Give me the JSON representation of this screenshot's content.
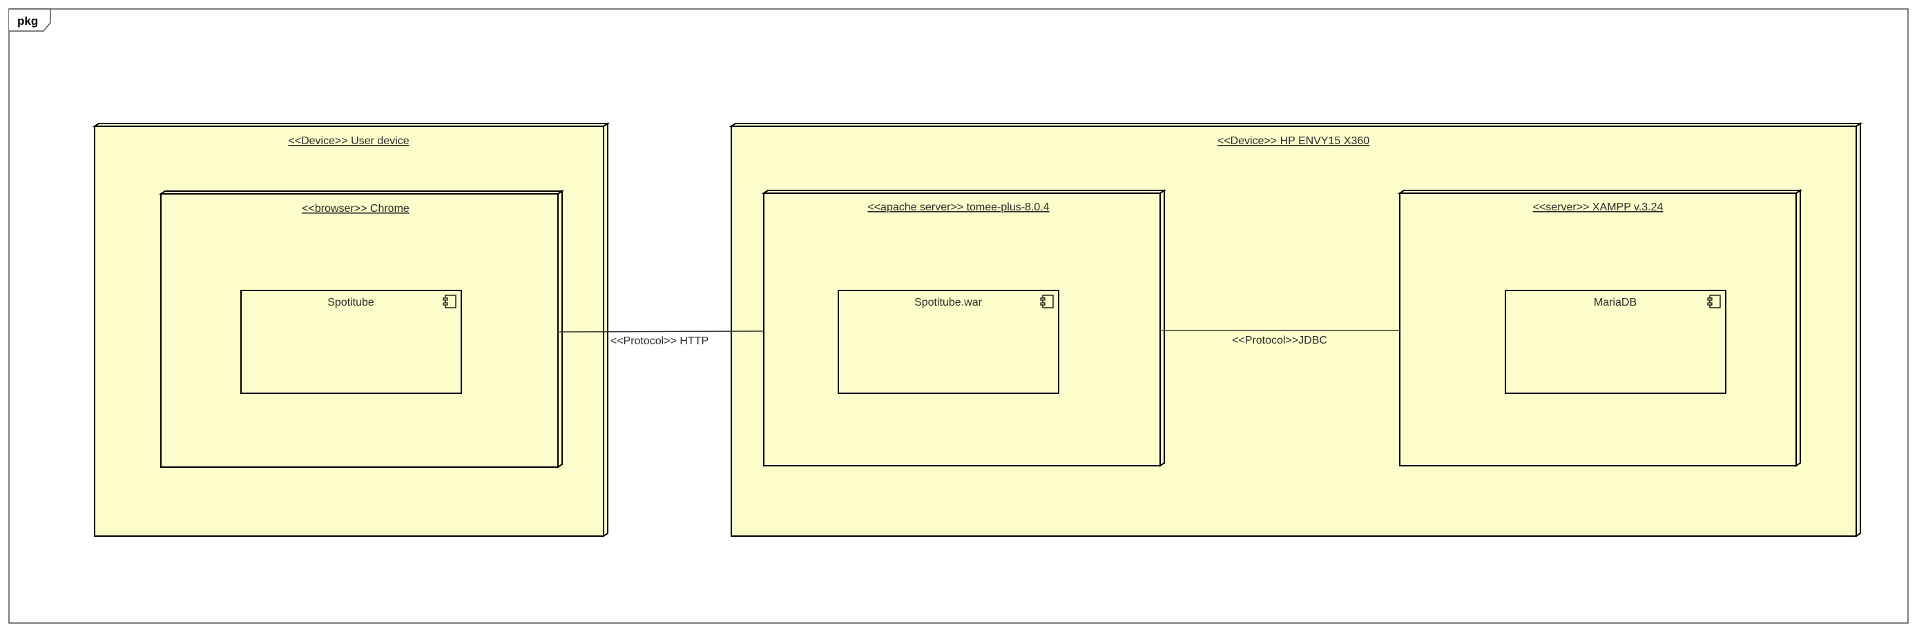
{
  "frame": {
    "label": "pkg"
  },
  "colors": {
    "node_fill": "#fdfdcb",
    "stroke": "#000000",
    "line": "#333333"
  },
  "nodes": {
    "user_device": {
      "stereotype_label": "<<Device>> User device"
    },
    "chrome": {
      "stereotype_label": "<<browser>> Chrome"
    },
    "hp_envy": {
      "stereotype_label": "<<Device>> HP ENVY15 X360"
    },
    "tomee": {
      "stereotype_label": "<<apache server>> tomee-plus-8.0.4"
    },
    "xampp": {
      "stereotype_label": "<<server>> XAMPP v.3.24"
    }
  },
  "components": {
    "spotitube": {
      "name": "Spotitube",
      "icon": "component-icon"
    },
    "spotitube_war": {
      "name": "Spotitube.war",
      "icon": "component-icon"
    },
    "mariadb": {
      "name": "MariaDB",
      "icon": "component-icon"
    }
  },
  "connectors": {
    "http": {
      "label": "<<Protocol>> HTTP"
    },
    "jdbc": {
      "label": "<<Protocol>>JDBC"
    }
  }
}
